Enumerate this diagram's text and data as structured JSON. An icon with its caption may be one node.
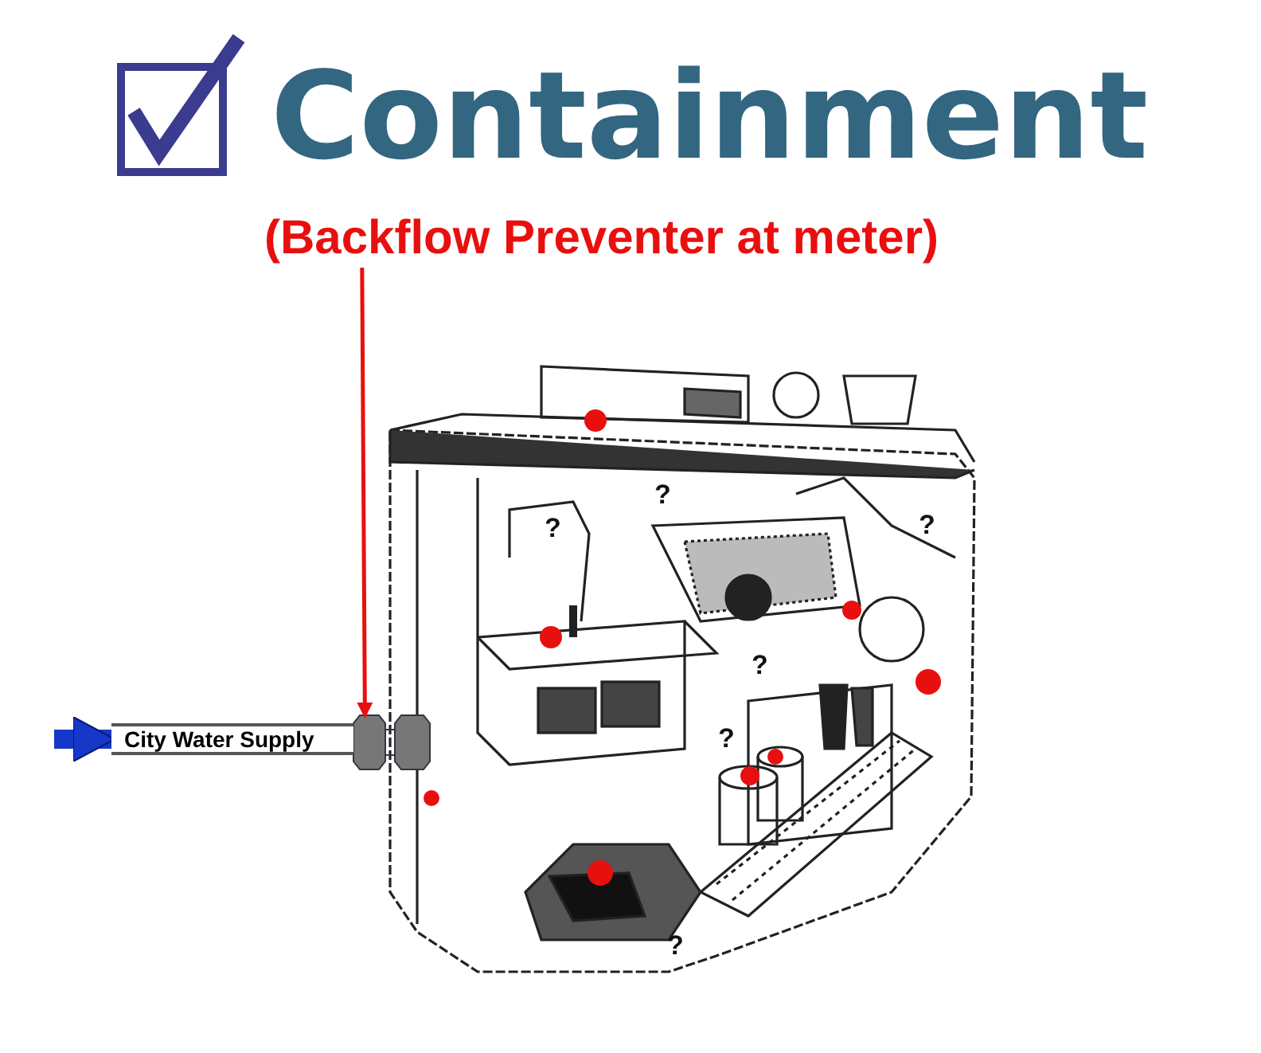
{
  "diagram": {
    "title": "Containment",
    "nodes": [
      {
        "text": [
          "(Backflow Preventer at meter)"
        ]
      },
      {
        "text": [],
        "shape": "picture"
      },
      {
        "text": [
          "City Water Supply"
        ]
      }
    ],
    "edges": [
      {
        "from": 0,
        "to": 1,
        "arrow": "to",
        "color": "#e8100f"
      },
      {
        "from": null,
        "to": 2,
        "arrow": "to",
        "style": "thick",
        "color": "#1638c8"
      }
    ],
    "labels": [
      "?",
      "?",
      "?",
      "?",
      "?",
      "?"
    ]
  }
}
